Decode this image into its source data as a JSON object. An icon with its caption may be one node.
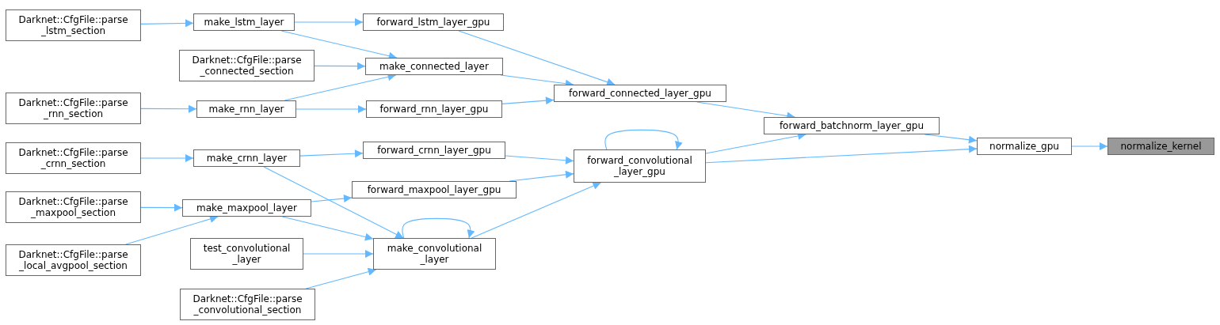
{
  "diagram": {
    "nodes": [
      {
        "text": [
          "Darknet::CfgFile::parse _lstm_section"
        ]
      },
      {
        "text": [
          "make_lstm_layer"
        ]
      },
      {
        "text": [
          "forward_lstm_layer_gpu"
        ]
      },
      {
        "text": [
          "Darknet::CfgFile::parse _connected_section"
        ]
      },
      {
        "text": [
          "make_connected_layer"
        ]
      },
      {
        "text": [
          "Darknet::CfgFile::parse _rnn_section"
        ]
      },
      {
        "text": [
          "make_rnn_layer"
        ]
      },
      {
        "text": [
          "forward_rnn_layer_gpu"
        ]
      },
      {
        "text": [
          "forward_connected_layer_gpu"
        ]
      },
      {
        "text": [
          "forward_batchnorm_layer_gpu"
        ]
      },
      {
        "text": [
          "normalize_gpu"
        ]
      },
      {
        "text": [
          "normalize_kernel"
        ]
      },
      {
        "text": [
          "Darknet::CfgFile::parse _crnn_section"
        ]
      },
      {
        "text": [
          "make_crnn_layer"
        ]
      },
      {
        "text": [
          "forward_crnn_layer_gpu"
        ]
      },
      {
        "text": [
          "forward_convolutional _layer_gpu"
        ]
      },
      {
        "text": [
          "Darknet::CfgFile::parse _maxpool_section"
        ]
      },
      {
        "text": [
          "make_maxpool_layer"
        ]
      },
      {
        "text": [
          "forward_maxpool_layer_gpu"
        ]
      },
      {
        "text": [
          "Darknet::CfgFile::parse _local_avgpool_section"
        ]
      },
      {
        "text": [
          "test_convolutional _layer"
        ]
      },
      {
        "text": [
          "make_convolutional _layer"
        ]
      },
      {
        "text": [
          "Darknet::CfgFile::parse _convolutional_section"
        ]
      }
    ],
    "edges": [
      {
        "from": 0,
        "to": 1,
        "arrow": "to"
      },
      {
        "from": 1,
        "to": 2,
        "arrow": "to"
      },
      {
        "from": 1,
        "to": 4,
        "arrow": "to"
      },
      {
        "from": 3,
        "to": 4,
        "arrow": "to"
      },
      {
        "from": 5,
        "to": 6,
        "arrow": "to"
      },
      {
        "from": 6,
        "to": 4,
        "arrow": "to"
      },
      {
        "from": 6,
        "to": 7,
        "arrow": "to"
      },
      {
        "from": 2,
        "to": 8,
        "arrow": "to"
      },
      {
        "from": 4,
        "to": 8,
        "arrow": "to"
      },
      {
        "from": 7,
        "to": 8,
        "arrow": "to"
      },
      {
        "from": 8,
        "to": 9,
        "arrow": "to"
      },
      {
        "from": 9,
        "to": 10,
        "arrow": "to"
      },
      {
        "from": 15,
        "to": 10,
        "arrow": "to"
      },
      {
        "from": 10,
        "to": 11,
        "arrow": "to"
      },
      {
        "from": 15,
        "to": 9,
        "arrow": "to"
      },
      {
        "from": 15,
        "to": 15,
        "arrow": "to"
      },
      {
        "from": 12,
        "to": 13,
        "arrow": "to"
      },
      {
        "from": 13,
        "to": 14,
        "arrow": "to"
      },
      {
        "from": 13,
        "to": 21,
        "arrow": "to"
      },
      {
        "from": 14,
        "to": 15,
        "arrow": "to"
      },
      {
        "from": 18,
        "to": 15,
        "arrow": "to"
      },
      {
        "from": 21,
        "to": 15,
        "arrow": "to"
      },
      {
        "from": 16,
        "to": 17,
        "arrow": "to"
      },
      {
        "from": 19,
        "to": 17,
        "arrow": "to"
      },
      {
        "from": 17,
        "to": 18,
        "arrow": "to"
      },
      {
        "from": 17,
        "to": 21,
        "arrow": "to"
      },
      {
        "from": 21,
        "to": 21,
        "arrow": "to"
      },
      {
        "from": 20,
        "to": 21,
        "arrow": "to"
      },
      {
        "from": 22,
        "to": 21,
        "arrow": "to"
      }
    ]
  }
}
